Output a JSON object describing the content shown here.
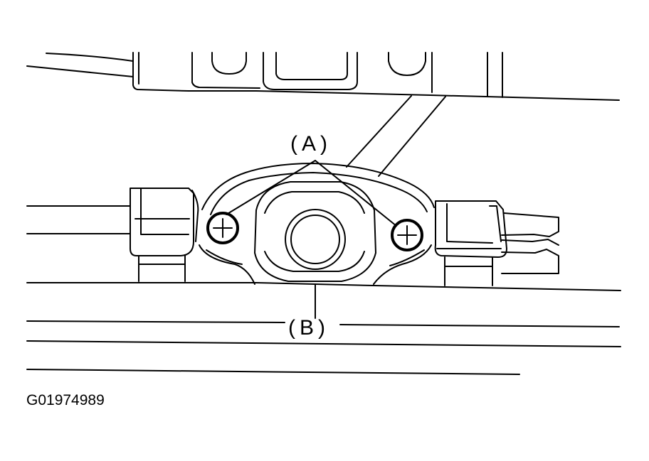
{
  "diagram": {
    "labels": {
      "a": "(A)",
      "b": "(B)"
    },
    "figure_id": "G01974989",
    "colors": {
      "line": "#000000",
      "background": "#ffffff"
    }
  }
}
